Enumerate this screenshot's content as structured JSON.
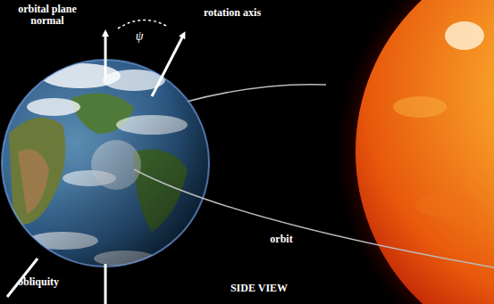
{
  "diagram": {
    "labels": [
      "orbital plane normal",
      "ψ",
      "rotation axis",
      "orbit",
      "obliquity",
      "SIDE VIEW"
    ]
  }
}
